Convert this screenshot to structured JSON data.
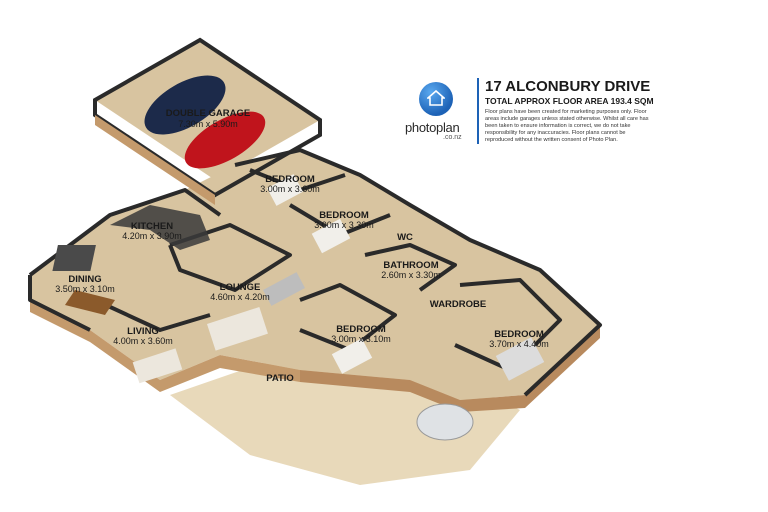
{
  "header": {
    "address": "17 ALCONBURY DRIVE",
    "area": "TOTAL APPROX FLOOR AREA 193.4 SQM",
    "disclaimer": "Floor plans have been created for marketing purposes only. Floor areas include garages unless stated otherwise. Whilst all care has been taken to ensure information is correct, we do not take responsibility for any inaccuracies. Floor plans cannot be reproduced without the written consent of Photo Plan."
  },
  "brand": {
    "name": "photoplan",
    "suffix": ".co.nz"
  },
  "rooms": {
    "garage": {
      "name": "DOUBLE GARAGE",
      "dims": "7.30m x 5.90m"
    },
    "bedroom1": {
      "name": "BEDROOM",
      "dims": "3.00m x 3.60m"
    },
    "bedroom2": {
      "name": "BEDROOM",
      "dims": "3.00m x 3.30m"
    },
    "wc": {
      "name": "WC"
    },
    "kitchen": {
      "name": "KITCHEN",
      "dims": "4.20m x 3.90m"
    },
    "bathroom": {
      "name": "BATHROOM",
      "dims": "2.60m x 3.30m"
    },
    "dining": {
      "name": "DINING",
      "dims": "3.50m x 3.10m"
    },
    "lounge": {
      "name": "LOUNGE",
      "dims": "4.60m x 4.20m"
    },
    "wardrobe": {
      "name": "WARDROBE"
    },
    "bedroom3": {
      "name": "BEDROOM",
      "dims": "3.00m x 3.10m"
    },
    "bedroom4": {
      "name": "BEDROOM",
      "dims": "3.70m x 4.40m"
    },
    "living": {
      "name": "LIVING",
      "dims": "4.00m x 3.60m"
    },
    "patio": {
      "name": "PATIO"
    }
  },
  "colors": {
    "floor": "#d9c7a5",
    "wall": "#2a2a2a",
    "brick": "#c49a6c",
    "patio": "#e6d7b8",
    "brand_blue": "#1d62b6"
  }
}
